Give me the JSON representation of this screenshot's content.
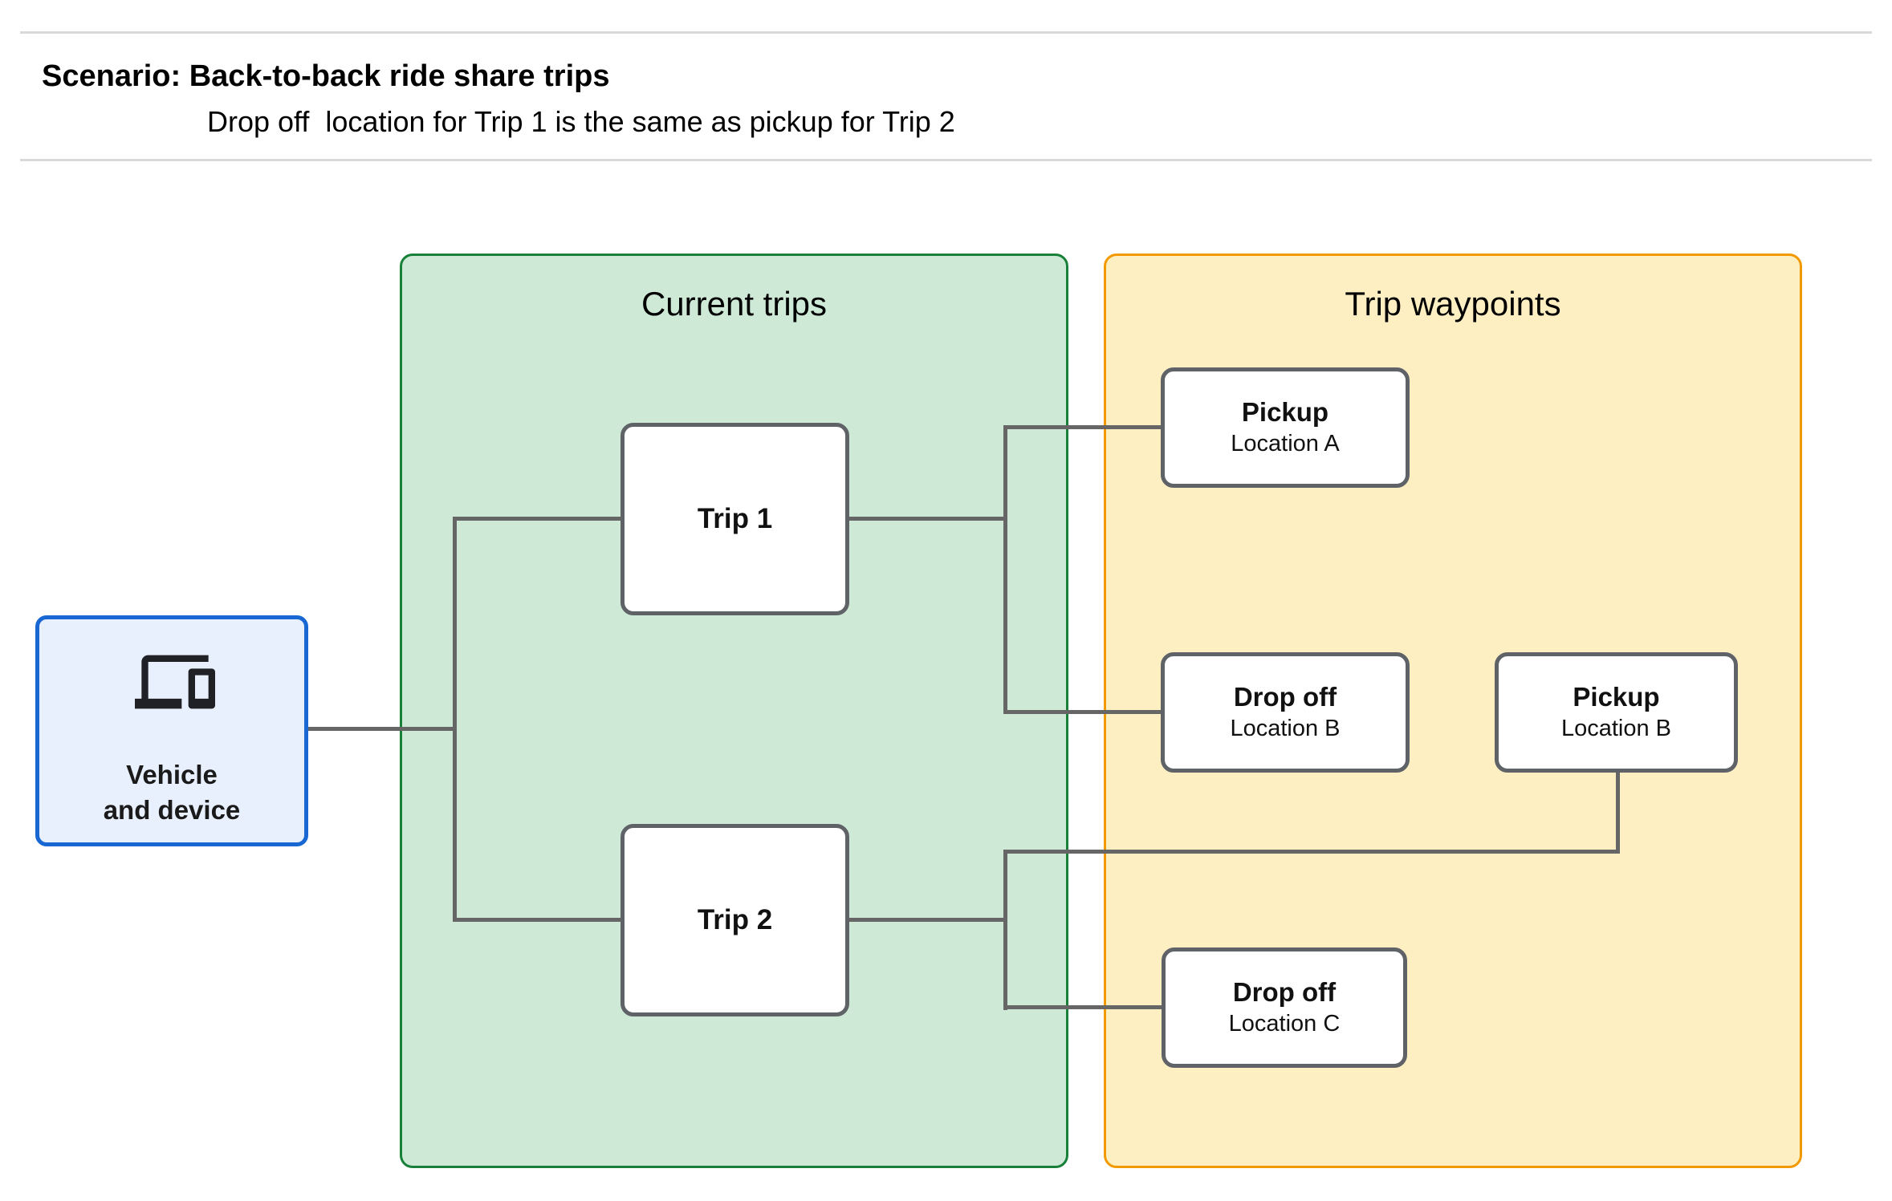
{
  "header": {
    "title": "Scenario: Back-to-back ride share trips",
    "subtitle": "Drop off  location for Trip 1 is the same as pickup for Trip 2"
  },
  "containers": {
    "current_trips": {
      "title": "Current trips",
      "fill": "#ceead6",
      "border": "#188038"
    },
    "trip_waypoints": {
      "title": "Trip waypoints",
      "fill": "#feefc3",
      "border": "#f29900"
    }
  },
  "vehicle": {
    "icon": "devices-icon",
    "line1": "Vehicle",
    "line2": "and device",
    "fill": "#e8f0fe",
    "border": "#1967d2"
  },
  "trips": {
    "trip1": {
      "label": "Trip 1"
    },
    "trip2": {
      "label": "Trip 2"
    }
  },
  "waypoints": {
    "pickup_a": {
      "title": "Pickup",
      "location": "Location A"
    },
    "dropoff_b": {
      "title": "Drop off",
      "location": "Location B"
    },
    "pickup_b": {
      "title": "Pickup",
      "location": "Location B"
    },
    "dropoff_c": {
      "title": "Drop off",
      "location": "Location C"
    }
  },
  "colors": {
    "connector": "#666666",
    "node_border": "#5f6368",
    "divider": "#d9d9d9"
  }
}
